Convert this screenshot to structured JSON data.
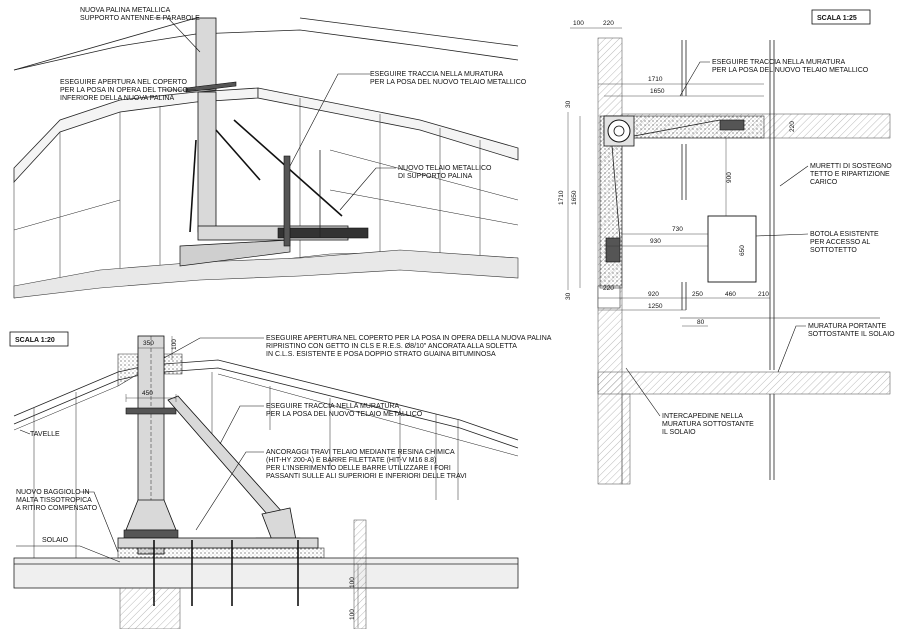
{
  "scales": {
    "detail": "SCALA 1:20",
    "plan": "SCALA 1:25"
  },
  "notes_3d": {
    "palina": "NUOVA PALINA METALLICA\nSUPPORTO ANTENNE E PARABOLE",
    "apertura": "ESEGUIRE APERTURA NEL COPERTO\nPER LA POSA IN OPERA DEL TRONCO\nINFERIORE DELLA NUOVA PALINA",
    "traccia": "ESEGUIRE TRACCIA NELLA MURATURA\nPER LA POSA DEL NUOVO TELAIO METALLICO",
    "telaio": "NUOVO TELAIO METALLICO\nDI SUPPORTO PALINA"
  },
  "notes_detail": {
    "apertura": "ESEGUIRE APERTURA NEL COPERTO PER LA POSA IN OPERA DELLA NUOVA PALINA\nRIPRISTINO CON GETTO IN CLS E R.E.S. Ø8/10\" ANCORATA ALLA SOLETTA\nIN C.L.S. ESISTENTE E POSA DOPPIO STRATO GUAINA BITUMINOSA",
    "traccia": "ESEGUIRE TRACCIA NELLA MURATURA\nPER LA POSA DEL NUOVO TELAIO METALLICO",
    "ancoraggi": "ANCORAGGI TRAVI TELAIO MEDIANTE RESINA CHIMICA\n(HIT-HY 200-A) E BARRE FILETTATE (HIT-V M16 8.8)\nPER L'INSERIMENTO DELLE BARRE UTILIZZARE I FORI\nPASSANTI SULLE ALI SUPERIORI E INFERIORI DELLE TRAVI",
    "tavelle": "TAVELLE",
    "baggiolo": "NUOVO BAGGIOLO IN\nMALTA TISSOTROPICA\nA RITIRO COMPENSATO",
    "solaio": "SOLAIO"
  },
  "notes_plan": {
    "traccia": "ESEGUIRE TRACCIA NELLA MURATURA\nPER LA POSA DEL NUOVO TELAIO METALLICO",
    "muretti": "MURETTI DI SOSTEGNO\nTETTO E RIPARTIZIONE\nCARICO",
    "botola": "BOTOLA ESISTENTE\nPER ACCESSO AL\nSOTTOTETTO",
    "muratura": "MURATURA PORTANTE\nSOTTOSTANTE IL SOLAIO",
    "intercapedine": "INTERCAPEDINE NELLA\nMURATURA SOTTOSTANTE\nIL SOLAIO"
  },
  "dims_detail": {
    "w350": "350",
    "h100": "100",
    "w450": "450",
    "v100a": "100",
    "v100b": "100"
  },
  "dims_plan": {
    "top100": "100",
    "top220": "220",
    "w1710": "1710",
    "w1650": "1650",
    "l30a": "30",
    "l1710": "1710",
    "l1650": "1650",
    "l30b": "30",
    "r220": "220",
    "v900": "900",
    "w730": "730",
    "w930": "930",
    "v650": "650",
    "b220": "220",
    "b920": "920",
    "b250": "250",
    "b460": "460",
    "b210": "210",
    "b1250": "1250",
    "b80": "80"
  }
}
